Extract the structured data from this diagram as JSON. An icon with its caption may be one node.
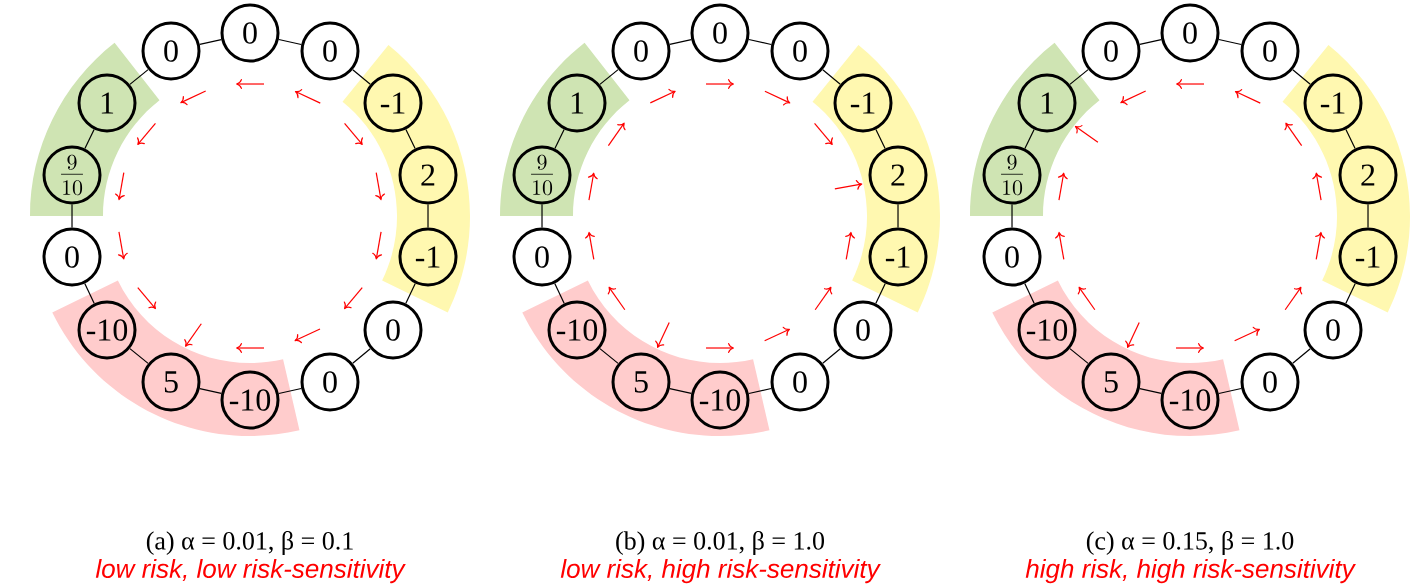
{
  "diagram": {
    "nodes": [
      {
        "text": [
          "0"
        ]
      },
      {
        "text": [
          "0"
        ]
      },
      {
        "text": [
          "-1"
        ]
      },
      {
        "text": [
          "2"
        ]
      },
      {
        "text": [
          "-1"
        ]
      },
      {
        "text": [
          "0"
        ]
      },
      {
        "text": [
          "0"
        ]
      },
      {
        "text": [
          "-10"
        ]
      },
      {
        "text": [
          "5"
        ]
      },
      {
        "text": [
          "-10"
        ]
      },
      {
        "text": [
          "0"
        ]
      },
      {
        "text": [
          "\\frac{9}{10}"
        ]
      },
      {
        "text": [
          "1"
        ]
      },
      {
        "text": [
          "0"
        ]
      },
      {
        "text": [
          "0"
        ]
      },
      {
        "text": [
          "0"
        ]
      },
      {
        "text": [
          "-1"
        ]
      },
      {
        "text": [
          "2"
        ]
      },
      {
        "text": [
          "-1"
        ]
      },
      {
        "text": [
          "0"
        ]
      },
      {
        "text": [
          "0"
        ]
      },
      {
        "text": [
          "-10"
        ]
      },
      {
        "text": [
          "5"
        ]
      },
      {
        "text": [
          "-10"
        ]
      },
      {
        "text": [
          "0"
        ]
      },
      {
        "text": [
          "\\frac{9}{10}"
        ]
      },
      {
        "text": [
          "1"
        ]
      },
      {
        "text": [
          "0"
        ]
      },
      {
        "text": [
          "0"
        ]
      },
      {
        "text": [
          "0"
        ]
      },
      {
        "text": [
          "-1"
        ]
      },
      {
        "text": [
          "2"
        ]
      },
      {
        "text": [
          "-1"
        ]
      },
      {
        "text": [
          "0"
        ]
      },
      {
        "text": [
          "0"
        ]
      },
      {
        "text": [
          "-10"
        ]
      },
      {
        "text": [
          "5"
        ]
      },
      {
        "text": [
          "-10"
        ]
      },
      {
        "text": [
          "0"
        ]
      },
      {
        "text": [
          "\\frac{9}{10}"
        ]
      },
      {
        "text": [
          "1"
        ]
      },
      {
        "text": [
          "0"
        ]
      }
    ],
    "edges": [
      {
        "from": 0,
        "to": 1,
        "arrow": "none"
      },
      {
        "from": 1,
        "to": 2,
        "arrow": "none"
      },
      {
        "from": 2,
        "to": 3,
        "arrow": "none"
      },
      {
        "from": 3,
        "to": 4,
        "arrow": "none"
      },
      {
        "from": 4,
        "to": 5,
        "arrow": "none"
      },
      {
        "from": 5,
        "to": 6,
        "arrow": "none"
      },
      {
        "from": 6,
        "to": 7,
        "arrow": "none"
      },
      {
        "from": 7,
        "to": 8,
        "arrow": "none"
      },
      {
        "from": 8,
        "to": 9,
        "arrow": "none"
      },
      {
        "from": 9,
        "to": 10,
        "arrow": "none"
      },
      {
        "from": 10,
        "to": 11,
        "arrow": "none"
      },
      {
        "from": 11,
        "to": 12,
        "arrow": "none"
      },
      {
        "from": 12,
        "to": 13,
        "arrow": "none"
      },
      {
        "from": 13,
        "to": 0,
        "arrow": "none"
      },
      {
        "from": 14,
        "to": 15,
        "arrow": "none"
      },
      {
        "from": 15,
        "to": 16,
        "arrow": "none"
      },
      {
        "from": 16,
        "to": 17,
        "arrow": "none"
      },
      {
        "from": 17,
        "to": 18,
        "arrow": "none"
      },
      {
        "from": 18,
        "to": 19,
        "arrow": "none"
      },
      {
        "from": 19,
        "to": 20,
        "arrow": "none"
      },
      {
        "from": 20,
        "to": 21,
        "arrow": "none"
      },
      {
        "from": 21,
        "to": 22,
        "arrow": "none"
      },
      {
        "from": 22,
        "to": 23,
        "arrow": "none"
      },
      {
        "from": 23,
        "to": 24,
        "arrow": "none"
      },
      {
        "from": 24,
        "to": 25,
        "arrow": "none"
      },
      {
        "from": 25,
        "to": 26,
        "arrow": "none"
      },
      {
        "from": 26,
        "to": 27,
        "arrow": "none"
      },
      {
        "from": 27,
        "to": 14,
        "arrow": "none"
      },
      {
        "from": 28,
        "to": 29,
        "arrow": "none"
      },
      {
        "from": 29,
        "to": 30,
        "arrow": "none"
      },
      {
        "from": 30,
        "to": 31,
        "arrow": "none"
      },
      {
        "from": 31,
        "to": 32,
        "arrow": "none"
      },
      {
        "from": 32,
        "to": 33,
        "arrow": "none"
      },
      {
        "from": 33,
        "to": 34,
        "arrow": "none"
      },
      {
        "from": 34,
        "to": 35,
        "arrow": "none"
      },
      {
        "from": 35,
        "to": 36,
        "arrow": "none"
      },
      {
        "from": 36,
        "to": 37,
        "arrow": "none"
      },
      {
        "from": 37,
        "to": 38,
        "arrow": "none"
      },
      {
        "from": 38,
        "to": 39,
        "arrow": "none"
      },
      {
        "from": 39,
        "to": 40,
        "arrow": "none"
      },
      {
        "from": 40,
        "to": 41,
        "arrow": "none"
      },
      {
        "from": 41,
        "to": 28,
        "arrow": "none"
      }
    ],
    "labels": [
      "(a) α = 0.01, β = 0.1",
      "(b) α = 0.01, β = 1.0",
      "(c) α = 0.15, β = 1.0",
      "low risk, low risk-sensitivity",
      "low risk, high risk-sensitivity",
      "high risk, high risk-sensitivity"
    ]
  }
}
